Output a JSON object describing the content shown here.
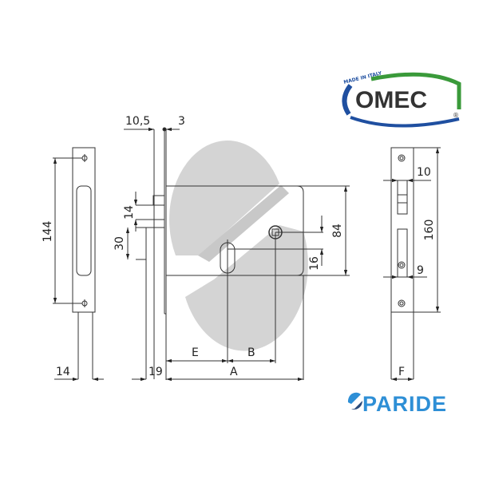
{
  "brands": {
    "manufacturer": {
      "name": "OMEC",
      "tagline": "MADE IN ITALY",
      "registered_mark": "®",
      "colors": {
        "text": "#333333",
        "arc_blue": "#1f4fa0",
        "arc_green": "#3a9a3a"
      }
    },
    "retailer": {
      "name": "PARIDE",
      "colors": {
        "text": "#2e8fd6",
        "mark_dark": "#2a4a7a",
        "mark_light": "#2e8fd6"
      }
    }
  },
  "drawing": {
    "views": [
      "faceplate-front",
      "lock-side",
      "lock-body",
      "strike-plate"
    ],
    "dimensions": {
      "faceplate_hole_spacing": "144",
      "faceplate_width": "14",
      "side_thickness_a": "10,5",
      "side_thickness_b": "3",
      "latch_height": "14",
      "latch_offset": "30",
      "side_depth": "19",
      "body_height": "84",
      "key_to_handle": "16",
      "backset_label": "E",
      "handle_offset_label": "B",
      "case_depth_label": "A",
      "strike_width_label": "F",
      "strike_length": "160",
      "strike_upper_slot": "10",
      "strike_lower_slot": "9"
    }
  }
}
